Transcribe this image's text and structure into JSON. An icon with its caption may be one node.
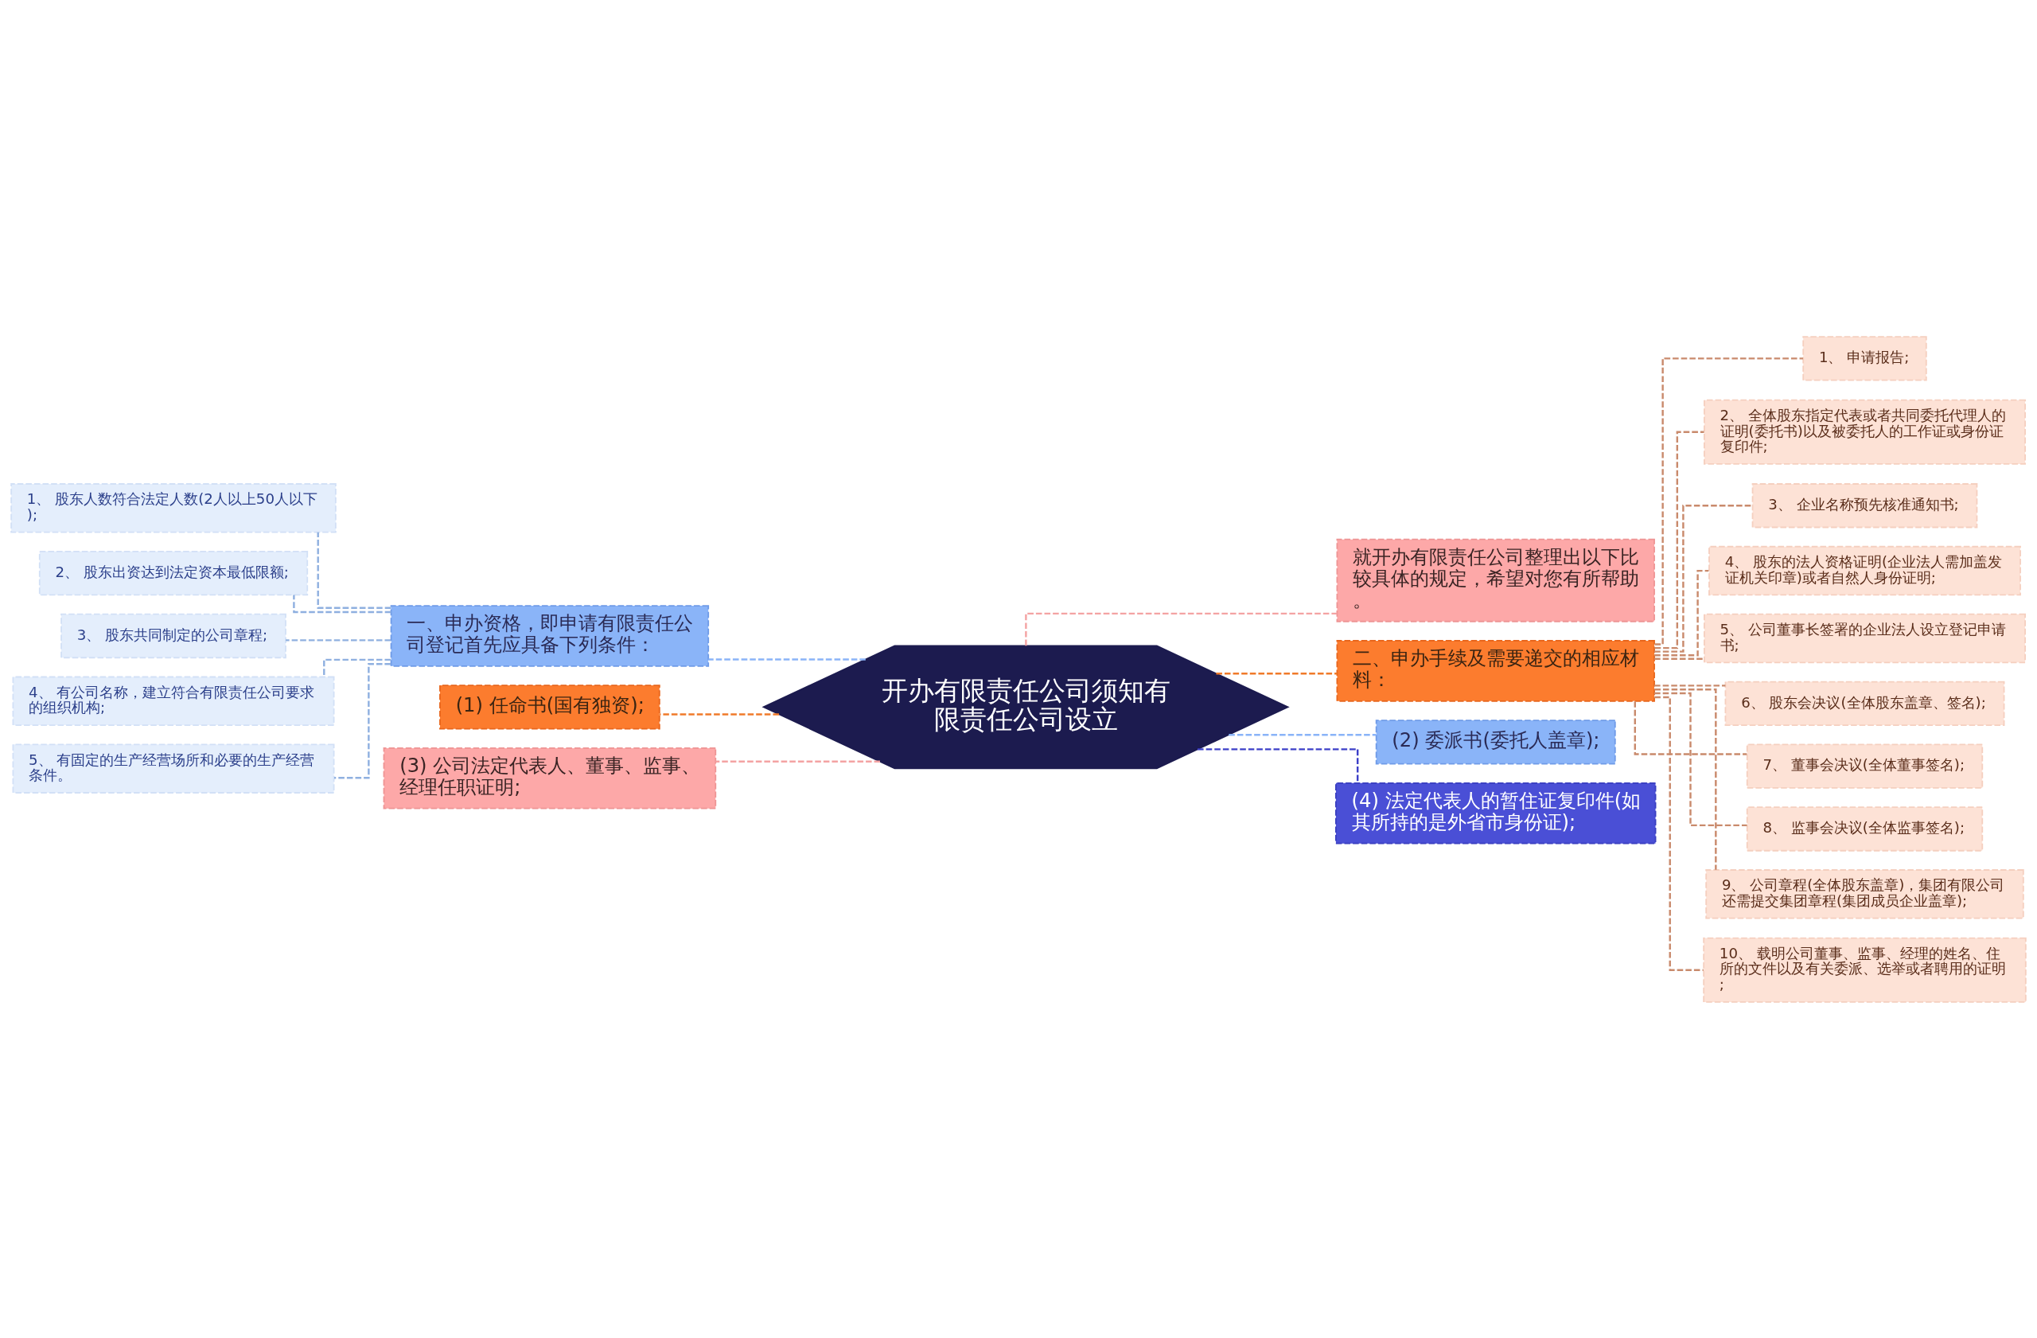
{
  "diagram": {
    "nodes": [
      {
        "text": [
          "开办有限责任公司须知有限责任公司设立"
        ]
      },
      {
        "text": [
          "一、申办资格，即申请有限责任公司登记首先应具备下列条件："
        ]
      },
      {
        "text": [
          "1、 股东人数符合法定人数(2人以上50人以下);"
        ]
      },
      {
        "text": [
          "2、 股东出资达到法定资本最低限额;"
        ]
      },
      {
        "text": [
          "3、 股东共同制定的公司章程;"
        ]
      },
      {
        "text": [
          "4、 有公司名称，建立符合有限责任公司要求的组织机构;"
        ]
      },
      {
        "text": [
          "5、 有固定的生产经营场所和必要的生产经营条件。"
        ]
      },
      {
        "text": [
          "(1) 任命书(国有独资);"
        ]
      },
      {
        "text": [
          "(3) 公司法定代表人、董事、监事、经理任职证明;"
        ]
      },
      {
        "text": [
          "就开办有限责任公司整理出以下比较具体的规定，希望对您有所帮助。"
        ]
      },
      {
        "text": [
          "二、申办手续及需要递交的相应材料："
        ]
      },
      {
        "text": [
          "1、 申请报告;"
        ]
      },
      {
        "text": [
          "2、 全体股东指定代表或者共同委托代理人的证明(委托书)以及被委托人的工作证或身份证复印件;"
        ]
      },
      {
        "text": [
          "3、 企业名称预先核准通知书;"
        ]
      },
      {
        "text": [
          "4、 股东的法人资格证明(企业法人需加盖发证机关印章)或者自然人身份证明;"
        ]
      },
      {
        "text": [
          "5、 公司董事长签署的企业法人设立登记申请书;"
        ]
      },
      {
        "text": [
          "6、 股东会决议(全体股东盖章、签名);"
        ]
      },
      {
        "text": [
          "7、 董事会决议(全体董事签名);"
        ]
      },
      {
        "text": [
          "8、 监事会决议(全体监事签名);"
        ]
      },
      {
        "text": [
          "9、 公司章程(全体股东盖章)，集团有限公司还需提交集团章程(集团成员企业盖章);"
        ]
      },
      {
        "text": [
          "10、 载明公司董事、监事、经理的姓名、住所的文件以及有关委派、选举或者聘用的证明;"
        ]
      },
      {
        "text": [
          "(2) 委派书(委托人盖章);"
        ]
      },
      {
        "text": [
          "(4) 法定代表人的暂住证复印件(如其所持的是外省市身份证);"
        ]
      }
    ],
    "edges": [
      {
        "from": 0,
        "to": 1,
        "arrow": "none",
        "style": "dashed",
        "color": "#8ab4f8"
      },
      {
        "from": 1,
        "to": 2,
        "arrow": "none",
        "style": "dashed",
        "color": "#8fb0e0"
      },
      {
        "from": 1,
        "to": 3,
        "arrow": "none",
        "style": "dashed",
        "color": "#8fb0e0"
      },
      {
        "from": 1,
        "to": 4,
        "arrow": "none",
        "style": "dashed",
        "color": "#8fb0e0"
      },
      {
        "from": 1,
        "to": 5,
        "arrow": "none",
        "style": "dashed",
        "color": "#8fb0e0"
      },
      {
        "from": 1,
        "to": 6,
        "arrow": "none",
        "style": "dashed",
        "color": "#8fb0e0"
      },
      {
        "from": 0,
        "to": 7,
        "arrow": "none",
        "style": "dashed",
        "color": "#f07a2a"
      },
      {
        "from": 0,
        "to": 8,
        "arrow": "none",
        "style": "dashed",
        "color": "#f4a3a3"
      },
      {
        "from": 0,
        "to": 9,
        "arrow": "none",
        "style": "dashed",
        "color": "#f4a3a3"
      },
      {
        "from": 0,
        "to": 10,
        "arrow": "none",
        "style": "dashed",
        "color": "#f07a2a"
      },
      {
        "from": 10,
        "to": 11,
        "arrow": "none",
        "style": "dashed",
        "color": "#c98a6c"
      },
      {
        "from": 10,
        "to": 12,
        "arrow": "none",
        "style": "dashed",
        "color": "#c98a6c"
      },
      {
        "from": 10,
        "to": 13,
        "arrow": "none",
        "style": "dashed",
        "color": "#c98a6c"
      },
      {
        "from": 10,
        "to": 14,
        "arrow": "none",
        "style": "dashed",
        "color": "#c98a6c"
      },
      {
        "from": 10,
        "to": 15,
        "arrow": "none",
        "style": "dashed",
        "color": "#c98a6c"
      },
      {
        "from": 10,
        "to": 16,
        "arrow": "none",
        "style": "dashed",
        "color": "#c98a6c"
      },
      {
        "from": 10,
        "to": 17,
        "arrow": "none",
        "style": "dashed",
        "color": "#c98a6c"
      },
      {
        "from": 10,
        "to": 18,
        "arrow": "none",
        "style": "dashed",
        "color": "#c98a6c"
      },
      {
        "from": 10,
        "to": 19,
        "arrow": "none",
        "style": "dashed",
        "color": "#c98a6c"
      },
      {
        "from": 10,
        "to": 20,
        "arrow": "none",
        "style": "dashed",
        "color": "#c98a6c"
      },
      {
        "from": 0,
        "to": 21,
        "arrow": "none",
        "style": "dashed",
        "color": "#8ab4f8"
      },
      {
        "from": 0,
        "to": 22,
        "arrow": "none",
        "style": "dashed",
        "color": "#3c3fc8"
      }
    ]
  }
}
